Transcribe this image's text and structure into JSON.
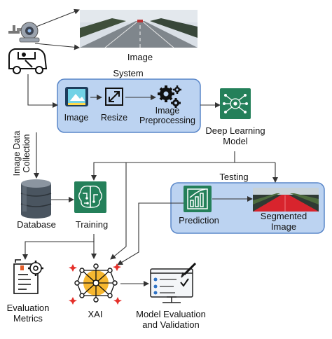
{
  "labels": {
    "image": "Image",
    "system": "System",
    "sys_image": "Image",
    "resize": "Resize",
    "preprocessing": "Image\nPreprocessing",
    "deep_learning": "Deep Learning\nModel",
    "collection": "Image Data\nCollection",
    "database": "Database",
    "training": "Training",
    "testing": "Testing",
    "prediction": "Prediction",
    "segmented": "Segmented\nImage",
    "evaluation_metrics": "Evaluation\nMetrics",
    "xai": "XAI",
    "model_evaluation": "Model Evaluation\nand Validation"
  },
  "icons": {
    "camera": "camera-icon",
    "car": "car-icon",
    "road_photo": "road-photo",
    "image_file": "image-file-icon",
    "resize": "resize-arrows-icon",
    "preprocessing": "gears-icon",
    "deep_learning": "neural-network-icon",
    "database": "database-icon",
    "training": "brain-icon",
    "prediction": "bar-chart-icon",
    "segmented": "segmented-road-icon",
    "metrics": "report-gear-icon",
    "xai": "xai-network-icon",
    "validation": "monitor-checklist-icon"
  },
  "colors": {
    "panel_fill": "#bcd3f1",
    "panel_border": "#5a87c9",
    "icon_green": "#24805a",
    "arrow": "#333333",
    "xai_orange": "#f5b325"
  }
}
